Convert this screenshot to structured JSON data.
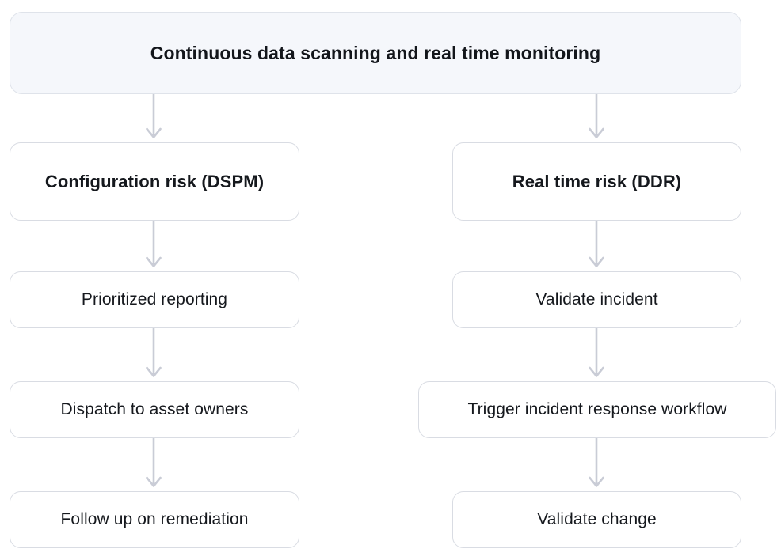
{
  "diagram": {
    "title_node": {
      "label": "Continuous data scanning and real time monitoring"
    },
    "branches": [
      {
        "id": "dspm",
        "header": "Configuration risk (DSPM)",
        "steps": [
          "Prioritized reporting",
          "Dispatch to asset owners",
          "Follow up on remediation"
        ]
      },
      {
        "id": "ddr",
        "header": "Real time risk (DDR)",
        "steps": [
          "Validate incident",
          "Trigger incident response workflow",
          "Validate change"
        ]
      }
    ],
    "colors": {
      "root_fill": "#f5f7fb",
      "node_fill": "#ffffff",
      "node_border": "#d9dce3",
      "arrow": "#c9ccd6",
      "text": "#15181d"
    }
  }
}
